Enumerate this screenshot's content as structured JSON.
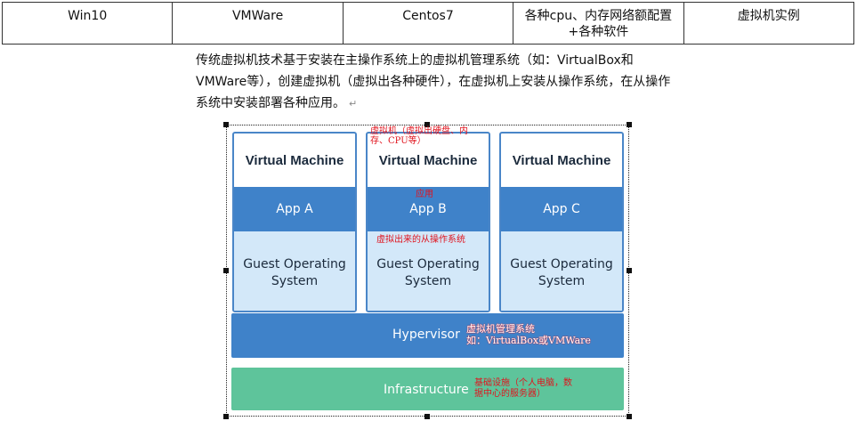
{
  "table": {
    "cells": [
      "Win10",
      "VMWare",
      "Centos7",
      "各种cpu、内存网络额配置+各种软件",
      "虚拟机实例"
    ]
  },
  "paragraph": {
    "text": "传统虚拟机技术基于安装在主操作系统上的虚拟机管理系统（如：VirtualBox和VMWare等），创建虚拟机（虚拟出各种硬件），在虚拟机上安装从操作系统，在从操作系统中安装部署各种应用。",
    "return_mark": "↵"
  },
  "figure": {
    "vms": [
      {
        "title": "Virtual Machine",
        "app": "App A",
        "os": "Guest Operating System"
      },
      {
        "title": "Virtual Machine",
        "app": "App B",
        "os": "Guest Operating System"
      },
      {
        "title": "Virtual Machine",
        "app": "App C",
        "os": "Guest Operating System"
      }
    ],
    "hypervisor": "Hypervisor",
    "infrastructure": "Infrastructure",
    "annotations": {
      "vm_note_line1": "虚拟机（虚拟出硬盘、内",
      "vm_note_line2": "存、CPU等）",
      "app_note": "应用",
      "os_note": "虚拟出来的从操作系统",
      "hyper_note_line1": "虚拟机管理系统",
      "hyper_note_line2": "如：VirtualBox或VMWare",
      "infra_note_line1": "基础设施（个人电脑，数",
      "infra_note_line2": "据中心的服务器）"
    },
    "colors": {
      "app_blue": "#3f82c9",
      "os_light_blue": "#d3e8f9",
      "infra_green": "#5ec49b",
      "annotation_red": "#e0141e"
    }
  }
}
